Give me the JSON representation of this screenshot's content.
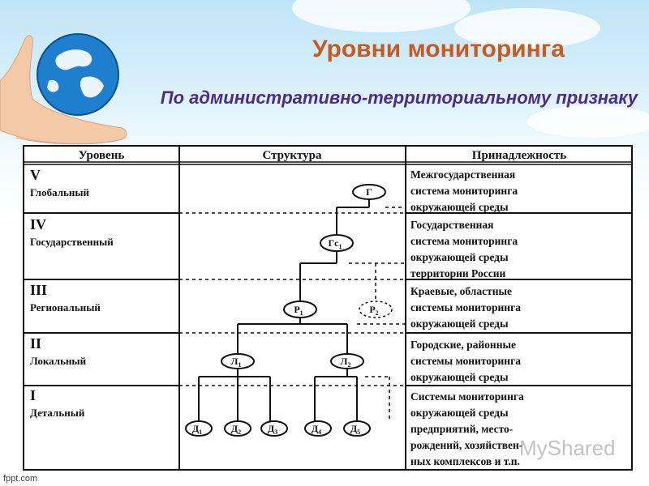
{
  "title": "Уровни мониторинга",
  "subtitle": "По административно-территориальному признаку",
  "footer": "fppt.com",
  "watermark": "MyShared",
  "table": {
    "headers": [
      "Уровень",
      "Структура",
      "Принадлежность"
    ],
    "rows": [
      {
        "roman": "V",
        "name": "Глобальный",
        "ownership": [
          "Межгосударственная",
          "система мониторинга",
          "окружающей среды"
        ]
      },
      {
        "roman": "IV",
        "name": "Государственный",
        "ownership": [
          "Государственная",
          "система мониторинга",
          "окружающей среды",
          "территории России"
        ]
      },
      {
        "roman": "III",
        "name": "Региональный",
        "ownership": [
          "Краевые, областные",
          "системы мониторинга",
          "окружающей среды"
        ]
      },
      {
        "roman": "II",
        "name": "Локальный",
        "ownership": [
          "Городские, районные",
          "системы мониторинга",
          "окружающей среды"
        ]
      },
      {
        "roman": "I",
        "name": "Детальный",
        "ownership": [
          "Системы мониторинга",
          "окружающей среды",
          "предприятий, место-",
          "рождений, хозяйствен-",
          "ных комплексов и т.п."
        ]
      }
    ],
    "nodes": [
      {
        "id": "g",
        "base": "Г",
        "sub": ""
      },
      {
        "id": "gs",
        "base": "Гс",
        "sub": "1"
      },
      {
        "id": "p1",
        "base": "Р",
        "sub": "1"
      },
      {
        "id": "p2",
        "base": "Р",
        "sub": "2"
      },
      {
        "id": "l1",
        "base": "Л",
        "sub": "1"
      },
      {
        "id": "l2",
        "base": "Л",
        "sub": "2"
      },
      {
        "id": "d1",
        "base": "Д",
        "sub": "1"
      },
      {
        "id": "d2",
        "base": "Д",
        "sub": "2"
      },
      {
        "id": "d3",
        "base": "Д",
        "sub": "3"
      },
      {
        "id": "d4",
        "base": "Д",
        "sub": "4"
      },
      {
        "id": "d5",
        "base": "Д",
        "sub": "5"
      }
    ]
  }
}
